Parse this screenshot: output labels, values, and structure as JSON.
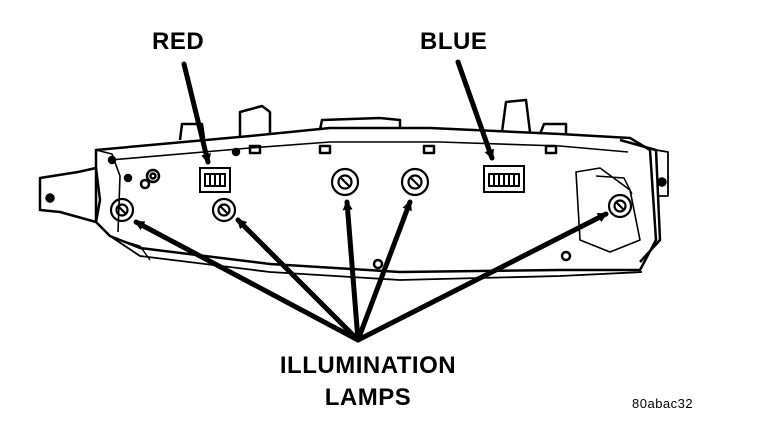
{
  "labels": {
    "red": "RED",
    "blue": "BLUE",
    "illumination_line1": "ILLUMINATION",
    "illumination_line2": "LAMPS",
    "figure_code": "80abac32"
  },
  "colors": {
    "ink": "#000000",
    "paper": "#ffffff"
  }
}
